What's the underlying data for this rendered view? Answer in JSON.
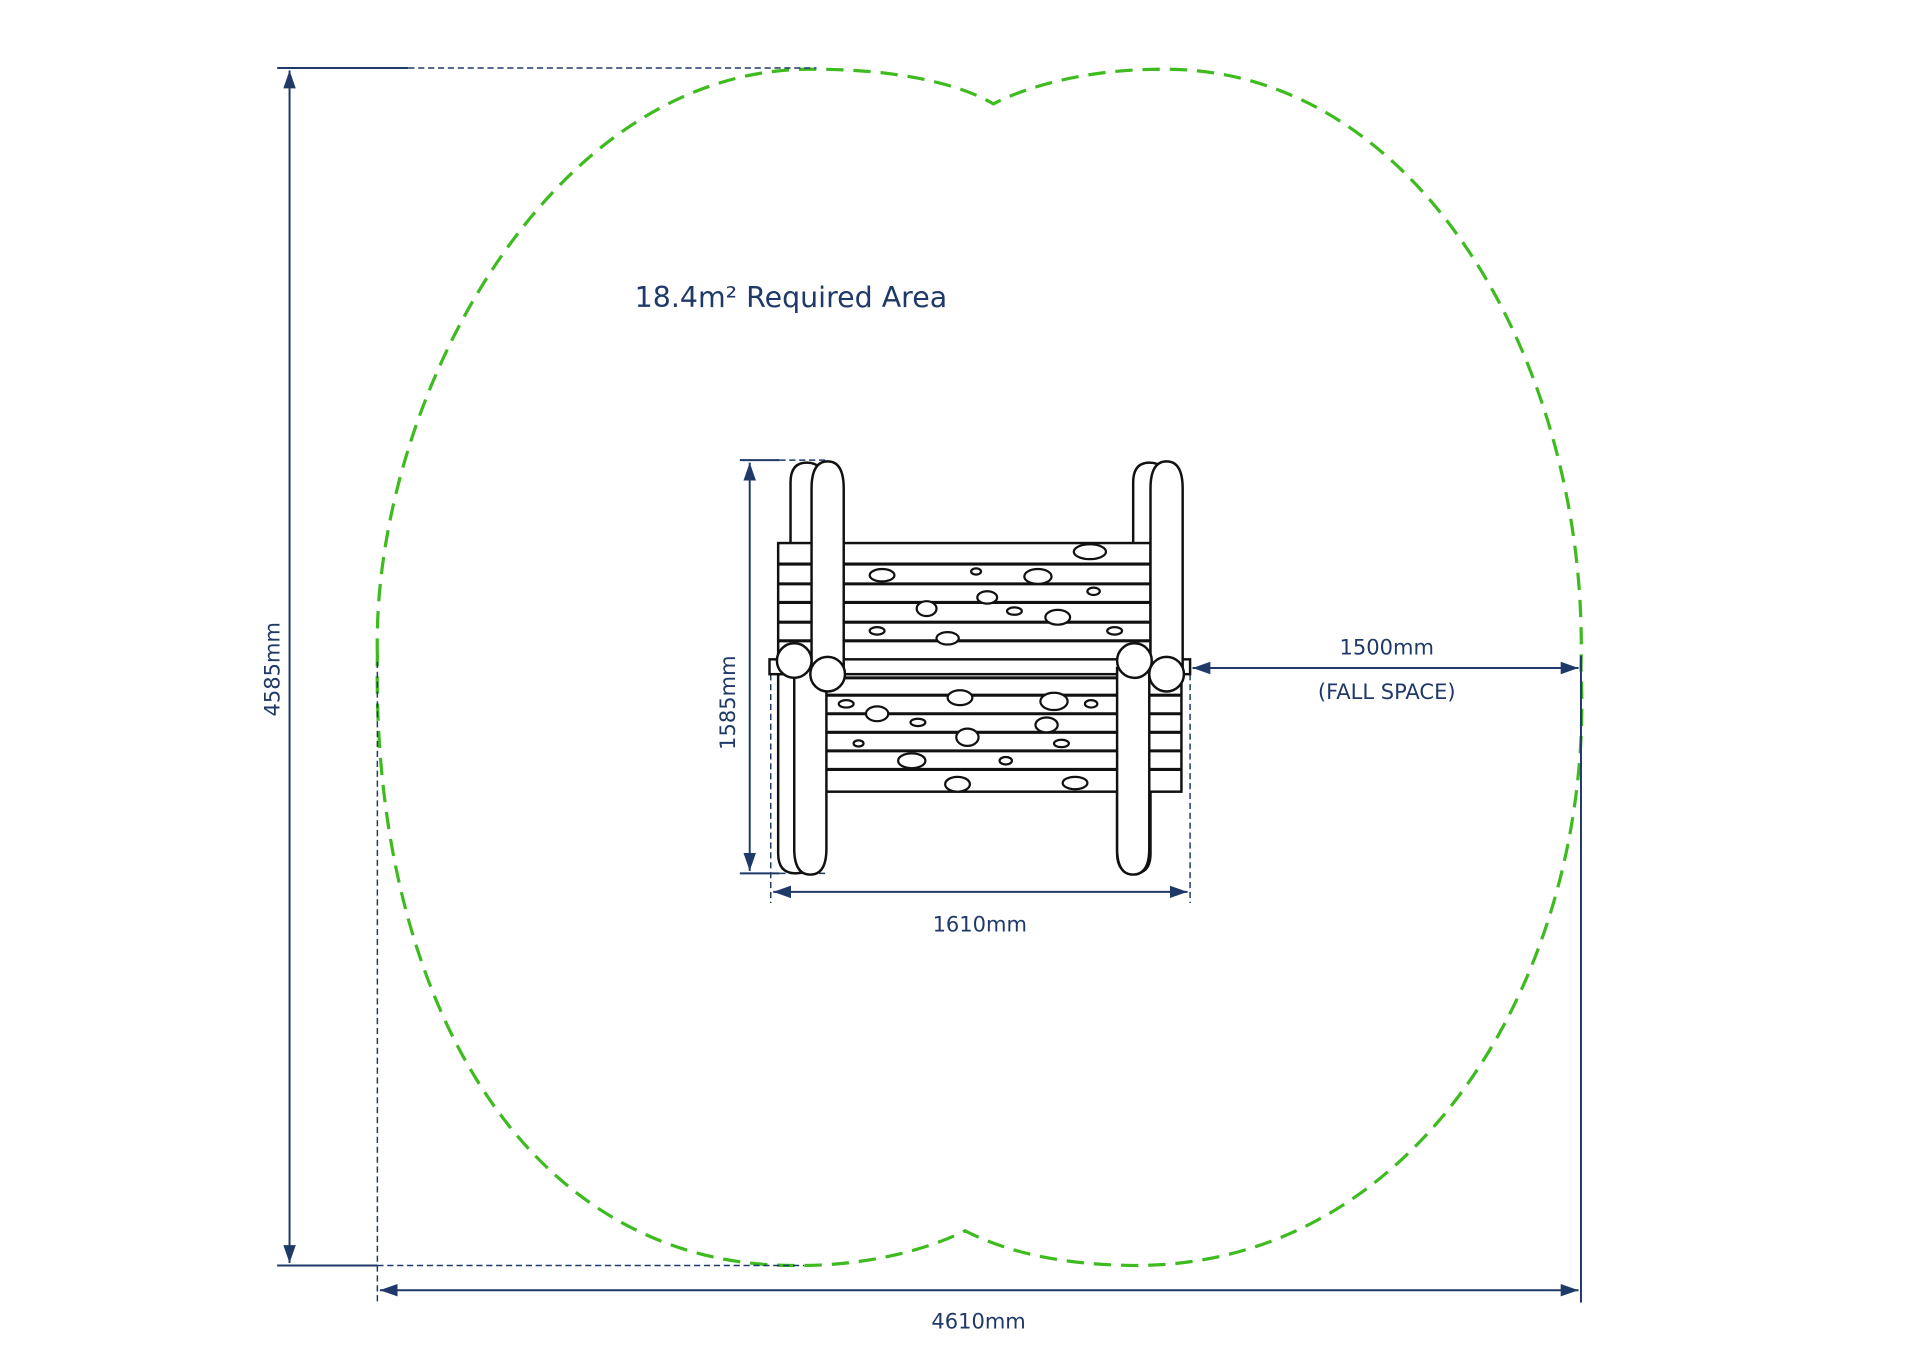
{
  "title": "18.4m² Required Area",
  "dimensions": {
    "overall_height": "4585mm",
    "overall_width": "4610mm",
    "equipment_height": "1585mm",
    "equipment_width": "1610mm",
    "fall_space_distance": "1500mm",
    "fall_space_label": "(FALL SPACE)"
  },
  "colors": {
    "outline": "#3dbb1f",
    "dimension": "#1f3a68"
  }
}
